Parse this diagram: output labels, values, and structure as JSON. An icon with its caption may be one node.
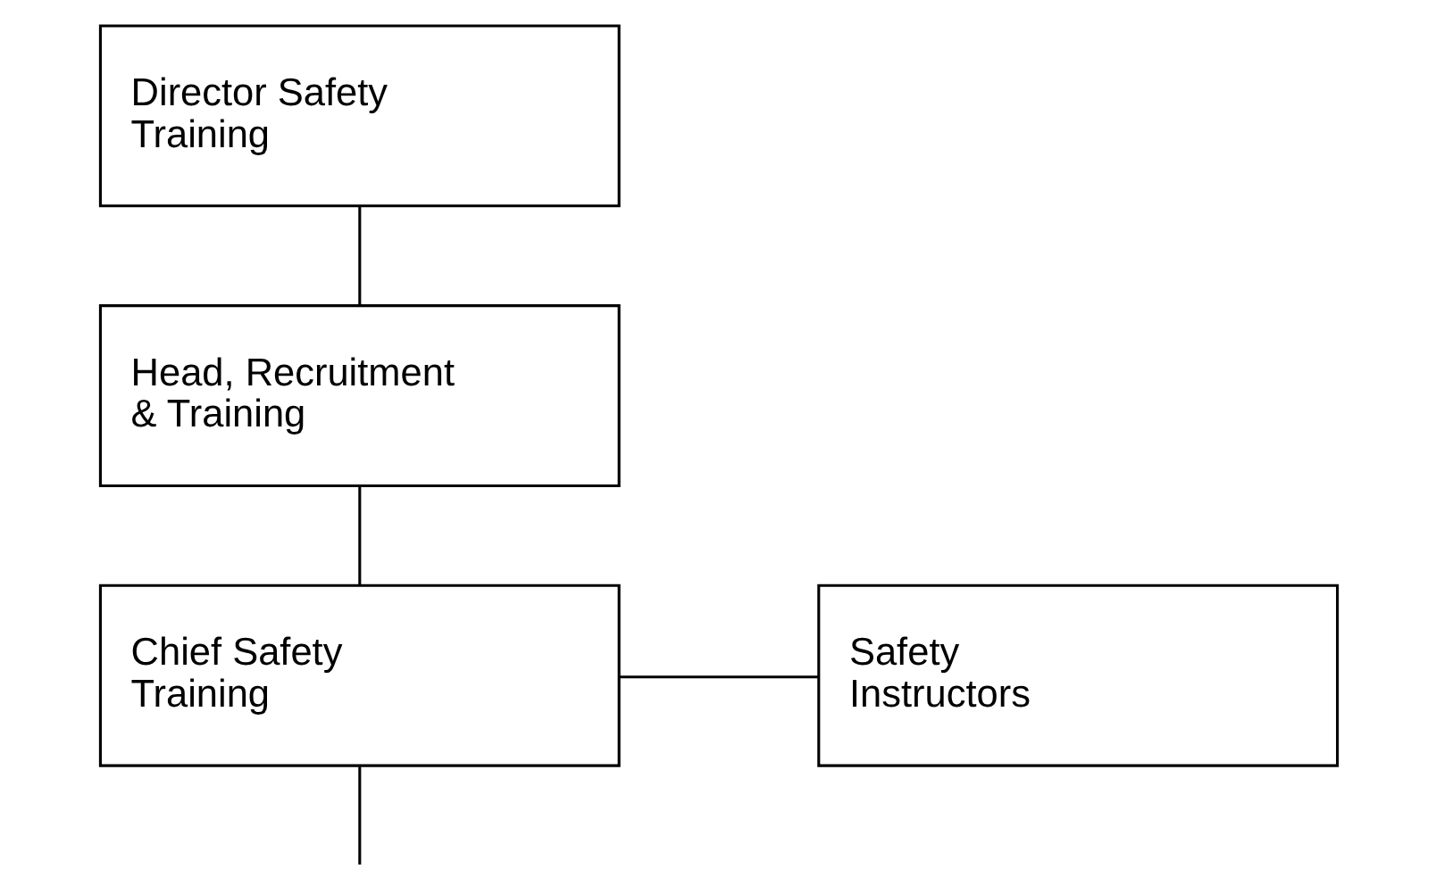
{
  "diagram": {
    "nodes": [
      {
        "text": [
          "Director Safety Training"
        ]
      },
      {
        "text": [
          "Head, Recruitment & Training"
        ]
      },
      {
        "text": [
          "Chief Safety Training"
        ]
      },
      {
        "text": [
          "Safety Instructors"
        ]
      }
    ],
    "edges": [
      {
        "from": 0,
        "to": 1,
        "arrow": "none"
      },
      {
        "from": 1,
        "to": 2,
        "arrow": "none"
      },
      {
        "from": 2,
        "to": null,
        "arrow": "none"
      },
      {
        "from": 2,
        "to": 3,
        "arrow": "none"
      }
    ]
  }
}
